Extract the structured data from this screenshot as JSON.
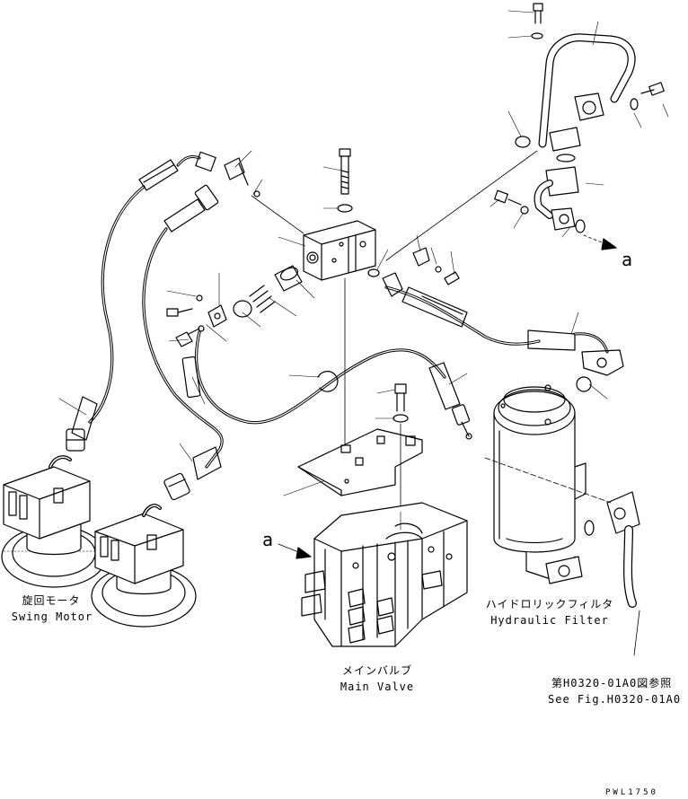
{
  "labels": {
    "swing_motor_jp": "旋回モータ",
    "swing_motor_en": "Swing Motor",
    "main_valve_jp": "メインバルブ",
    "main_valve_en": "Main Valve",
    "hydraulic_filter_jp": "ハイドロリックフィルタ",
    "hydraulic_filter_en": "Hydraulic Filter",
    "see_fig_jp": "第H0320-01A0図参照",
    "see_fig_en": "See Fig.H0320-01A0",
    "arrow_a_right": "a",
    "arrow_a_left": "a",
    "drawing_no": "PWL1750"
  },
  "colors": {
    "ink": "#000000",
    "paper": "#ffffff"
  }
}
